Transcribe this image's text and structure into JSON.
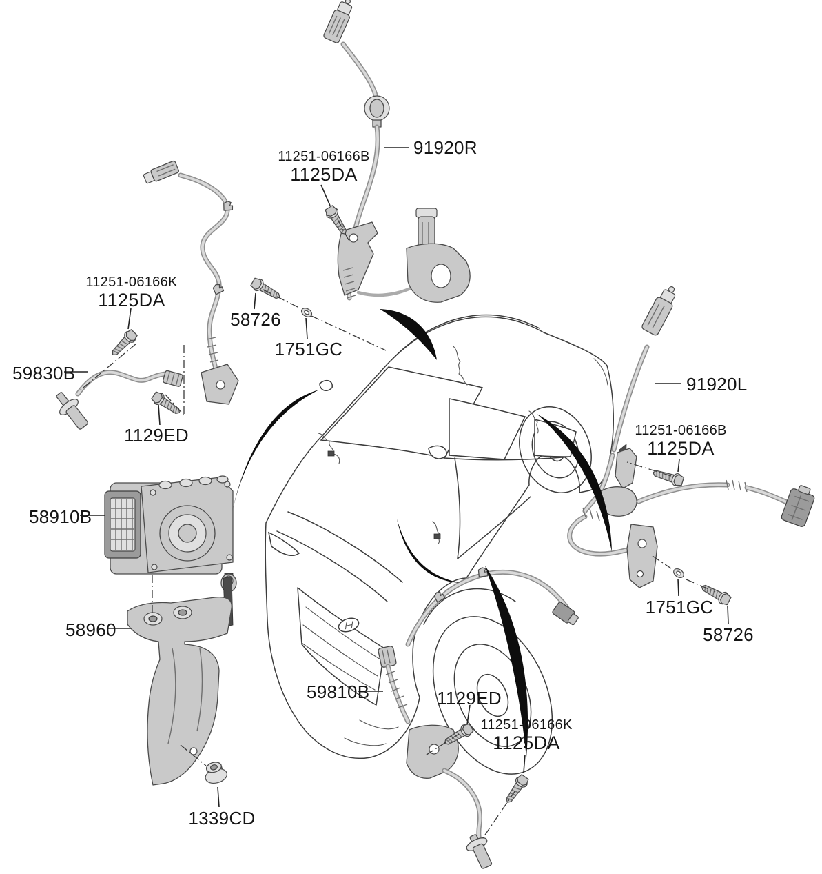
{
  "figure": {
    "kind": "vehicle parts diagram - hydraulic module / ABS wheel speed sensors",
    "background_color": "#ffffff",
    "line_color": "#3c3c3c",
    "part_fill_color": "#c9c9c9",
    "arrow_color": "#0d0d0d",
    "label_color": "#151515"
  },
  "callouts": [
    {
      "id": "sensor-front-right",
      "line1": "91920R"
    },
    {
      "id": "bolt-front-right",
      "line1": "11251-06166B",
      "line2": "1125DA"
    },
    {
      "id": "bolt-front-58726",
      "line1": "58726"
    },
    {
      "id": "washer-front-1751GC",
      "line1": "1751GC"
    },
    {
      "id": "bolt-front-left",
      "line1": "11251-06166K",
      "line2": "1125DA"
    },
    {
      "id": "sensor-front-left",
      "line1": "59830B"
    },
    {
      "id": "bolt-front-1129ED",
      "line1": "1129ED"
    },
    {
      "id": "hydraulic-module",
      "line1": "58910B"
    },
    {
      "id": "module-bracket",
      "line1": "58960"
    },
    {
      "id": "flange-nut",
      "line1": "1339CD"
    },
    {
      "id": "sensor-rear-left",
      "line1": "59810B"
    },
    {
      "id": "bolt-rear-1129ED",
      "line1": "1129ED"
    },
    {
      "id": "bolt-rear-left",
      "line1": "11251-06166K",
      "line2": "1125DA"
    },
    {
      "id": "sensor-rear-right-wire",
      "line1": "91920L"
    },
    {
      "id": "bolt-rear-right",
      "line1": "11251-06166B",
      "line2": "1125DA"
    },
    {
      "id": "washer-rear-1751GC",
      "line1": "1751GC"
    },
    {
      "id": "bolt-rear-58726",
      "line1": "58726"
    }
  ]
}
